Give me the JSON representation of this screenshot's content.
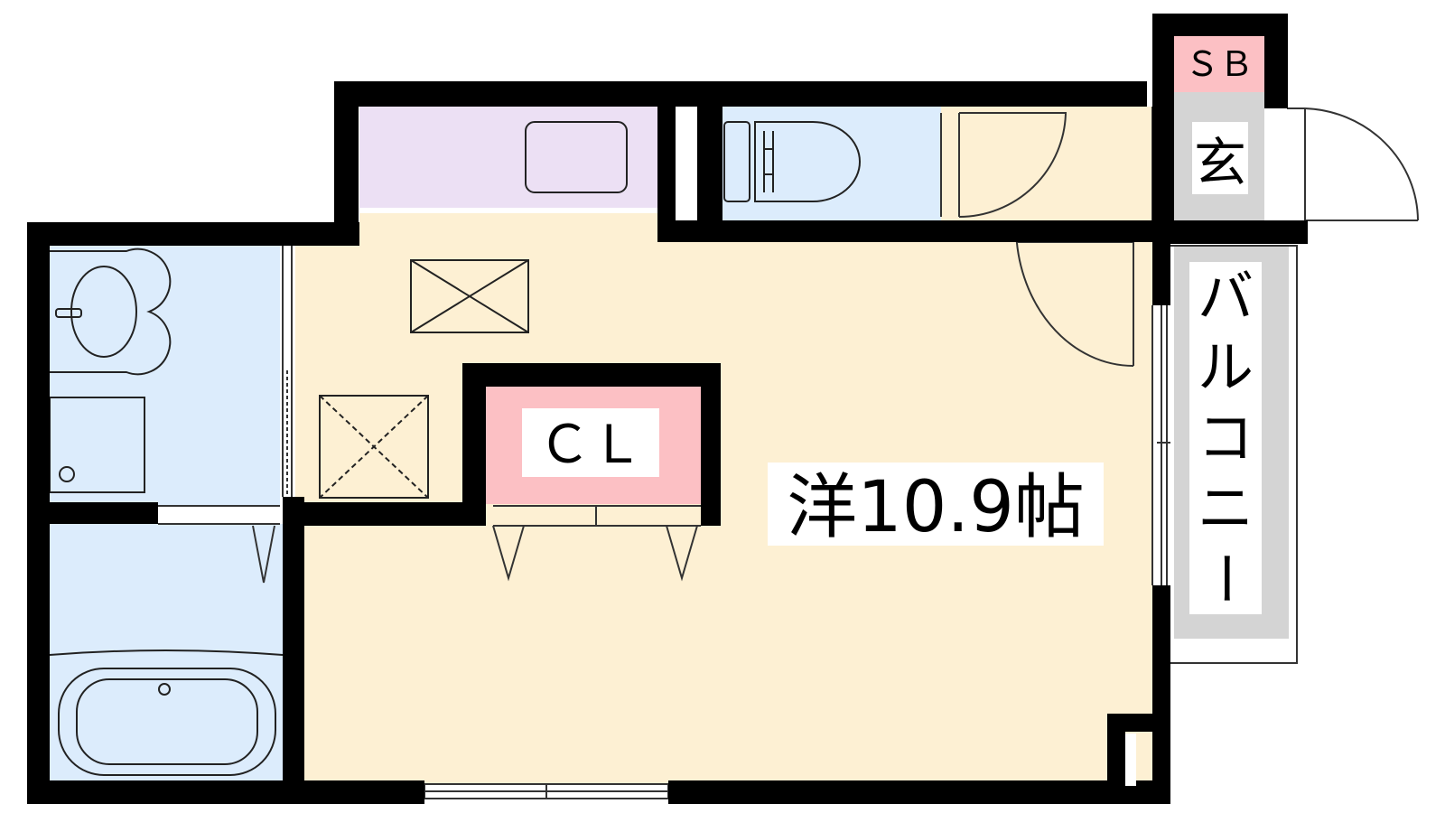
{
  "rooms": {
    "main_room": "洋10.9帖",
    "closet": "ＣＬ",
    "entrance": "玄",
    "shoe_box": "ＳＢ",
    "balcony": [
      "バ",
      "ル",
      "コ",
      "ニ",
      "ー"
    ]
  },
  "colors": {
    "wall": "#000000",
    "main_floor": "#fdf0d3",
    "wet_area": "#dcecfc",
    "kitchen": "#ece0f4",
    "closet_floor": "#fcc0c4",
    "shoe_box_floor": "#fcc0c4",
    "entrance_floor": "#d4d4d4",
    "balcony_floor": "#d4d4d4",
    "label_box": "#ffffff"
  },
  "icons": [
    "toilet-icon",
    "washbasin-icon",
    "bathtub-icon",
    "sink-icon",
    "storage-x-icon",
    "washer-pan-icon"
  ]
}
